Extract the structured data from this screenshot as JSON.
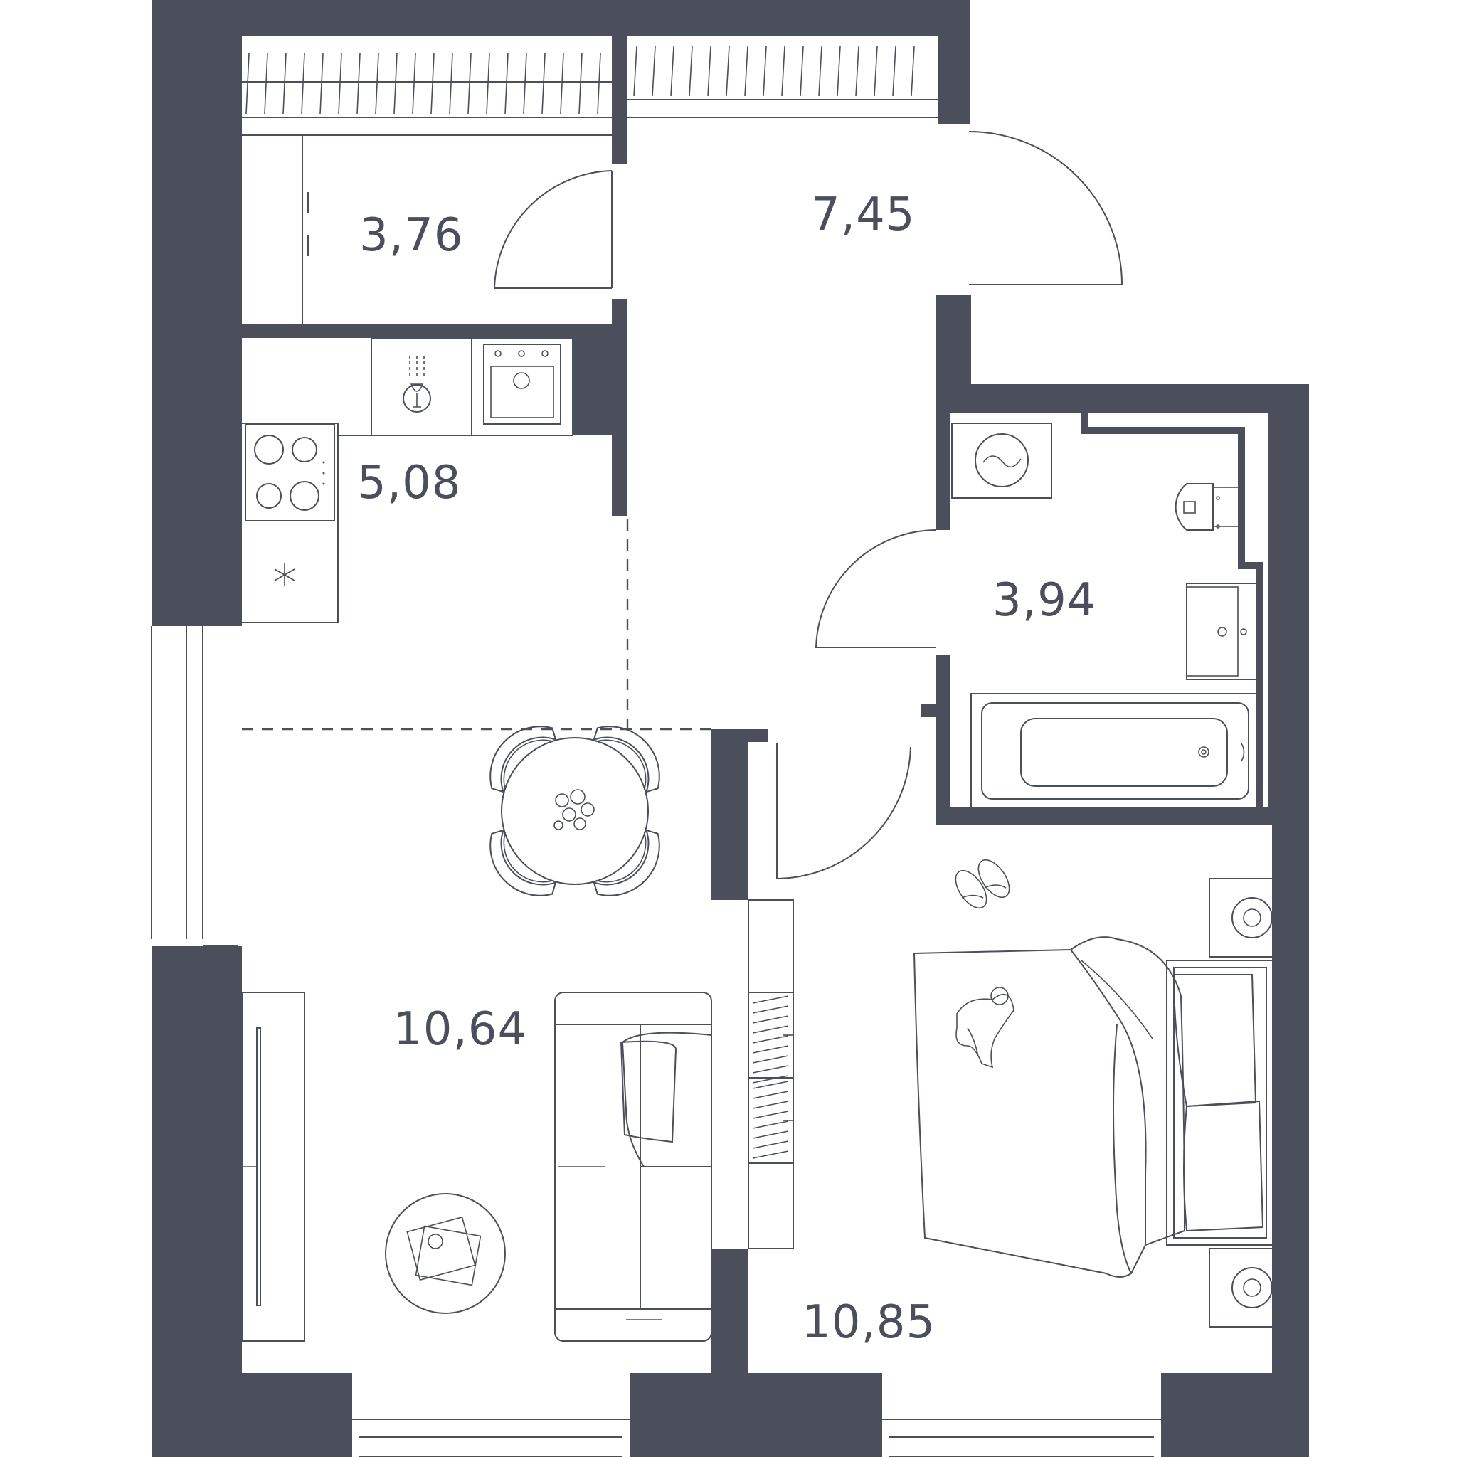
{
  "rooms": [
    {
      "id": "storage",
      "area": "3,76"
    },
    {
      "id": "hallway",
      "area": "7,45"
    },
    {
      "id": "kitchen",
      "area": "5,08"
    },
    {
      "id": "bathroom",
      "area": "3,94"
    },
    {
      "id": "living",
      "area": "10,64"
    },
    {
      "id": "bedroom",
      "area": "10,85"
    }
  ],
  "colors": {
    "wall": "#4b4f5c",
    "background": "#ffffff"
  }
}
